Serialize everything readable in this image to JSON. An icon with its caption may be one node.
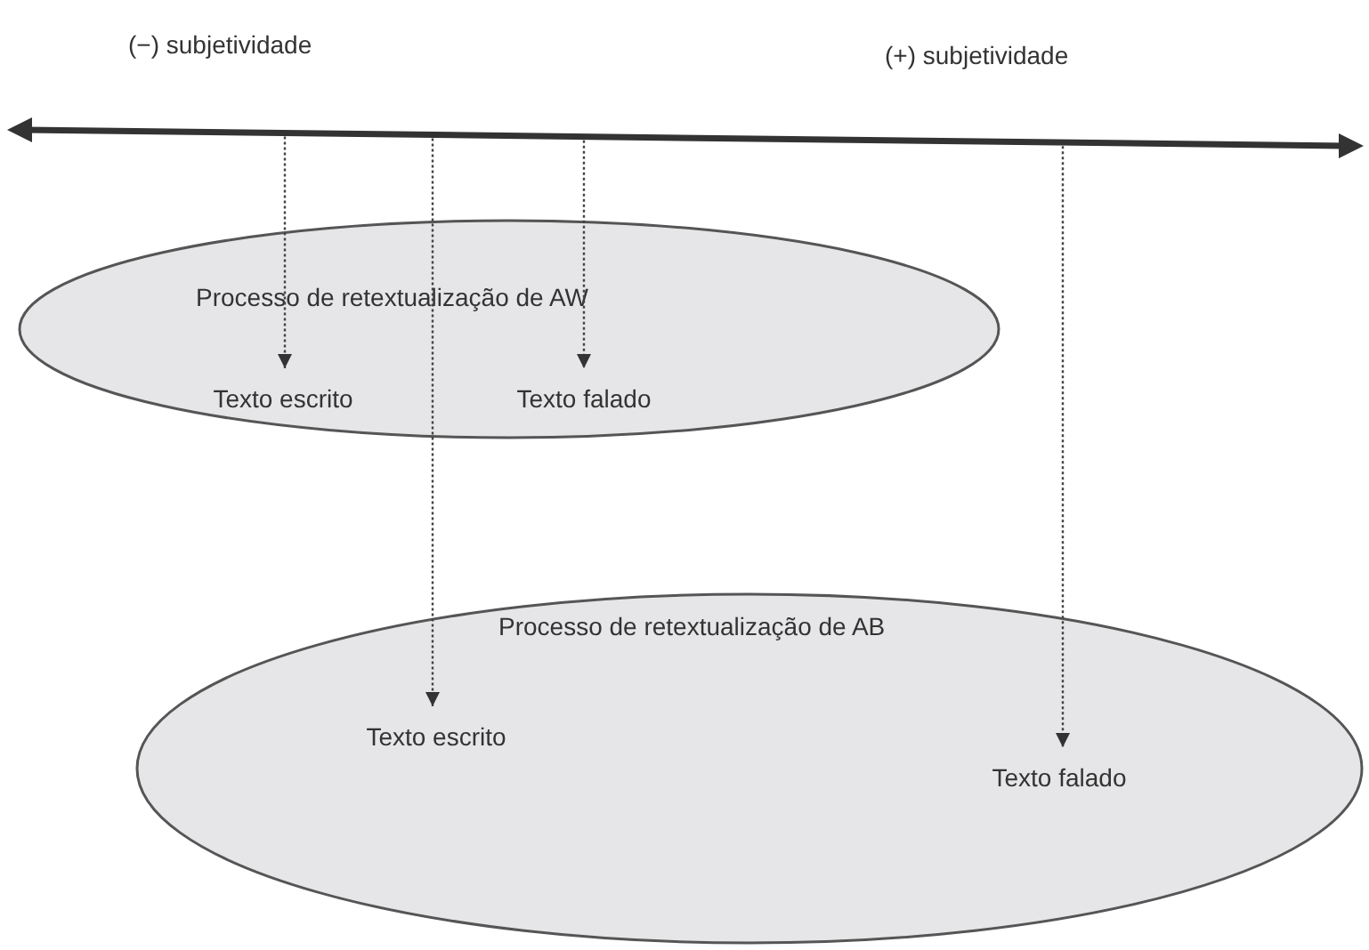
{
  "diagram": {
    "nodes": [
      {
        "text": [
          "Processo de retextualização de AW"
        ]
      },
      {
        "text": [
          "Texto escrito"
        ],
        "in": 0
      },
      {
        "text": [
          "Texto falado"
        ],
        "in": 0
      },
      {
        "text": [
          "Processo de retextualização de AB"
        ]
      },
      {
        "text": [
          "Texto escrito"
        ],
        "in": 3
      },
      {
        "text": [
          "Texto falado"
        ],
        "in": 3
      }
    ],
    "edges": [
      {
        "from": null,
        "to": 1,
        "arrow": "to"
      },
      {
        "from": null,
        "to": 4,
        "arrow": "to"
      },
      {
        "from": null,
        "to": 2,
        "arrow": "to"
      },
      {
        "from": null,
        "to": 5,
        "arrow": "to"
      }
    ],
    "labels": [
      "(−) subjetividade",
      "(+) subjetividade"
    ]
  }
}
